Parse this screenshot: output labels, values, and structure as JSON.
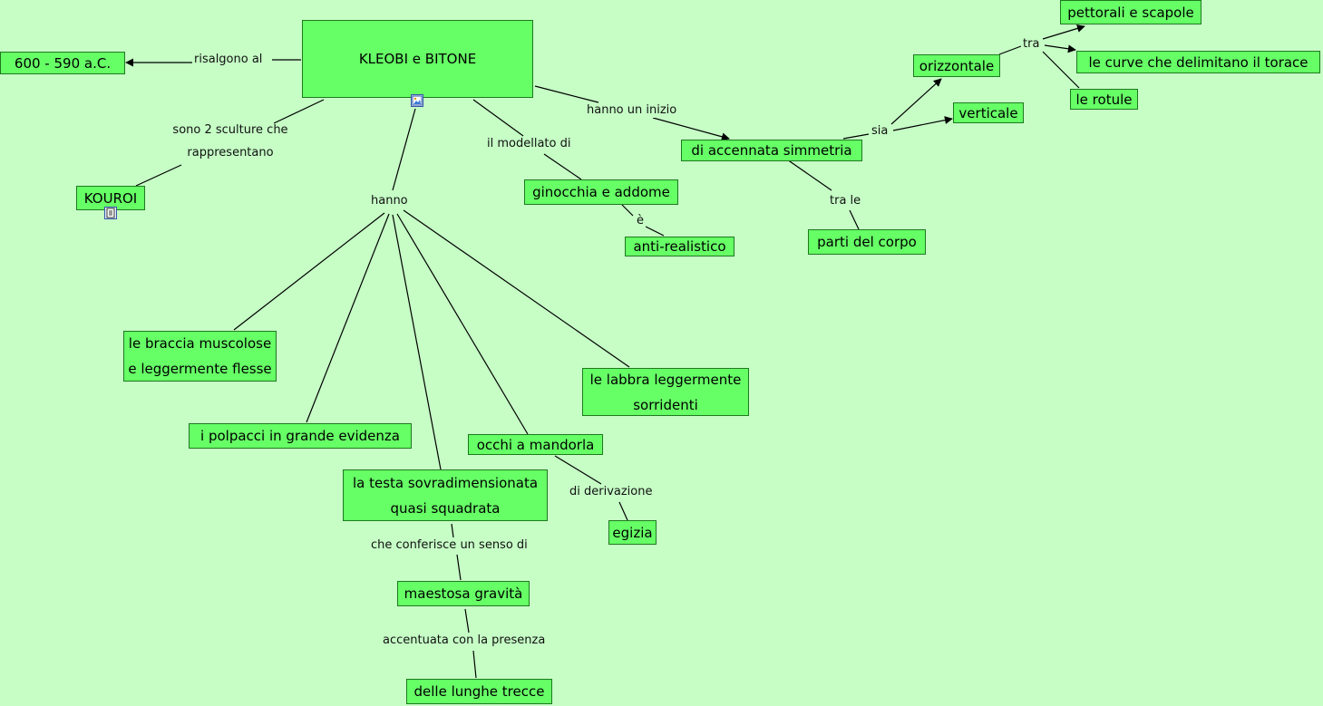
{
  "concepts": {
    "main": "KLEOBI e BITONE",
    "date": "600 - 590 a.C.",
    "kouroi": "KOUROI",
    "simmetria": "di accennata simmetria",
    "orizzontale": "orizzontale",
    "verticale": "verticale",
    "pettorali": "pettorali e scapole",
    "curve": "le curve che delimitano il torace",
    "rotule": "le rotule",
    "parti": "parti del corpo",
    "ginocchia": "ginocchia e addome",
    "antirealistico": "anti-realistico",
    "braccia": "le braccia muscolose e leggermente flesse",
    "polpacci": "i polpacci in grande evidenza",
    "testa": "la testa sovradimensionata quasi squadrata",
    "labbra": "le labbra leggermente sorridenti",
    "occhi": "occhi a mandorla",
    "egizia": "egizia",
    "maestosa": "maestosa gravità",
    "trecce": "delle lunghe trecce"
  },
  "links": {
    "risalgono": "risalgono al",
    "sono2": "sono 2 sculture che rappresentano",
    "inizio": "hanno un inizio",
    "sia": "sia",
    "tra": "tra",
    "trale": "tra le",
    "modellato": "il modellato di",
    "e_verb": "è",
    "hanno": "hanno",
    "derivazione": "di derivazione",
    "conferisce": "che conferisce un senso di",
    "accentuata": "accentuata con la presenza"
  },
  "icons": {
    "main_attachment": "image-icon",
    "kouroi_attachment": "document-icon"
  },
  "colors": {
    "background": "#c6fec6",
    "concept_fill": "#66ff66",
    "concept_border": "#1e7a1e",
    "line": "#000000"
  }
}
